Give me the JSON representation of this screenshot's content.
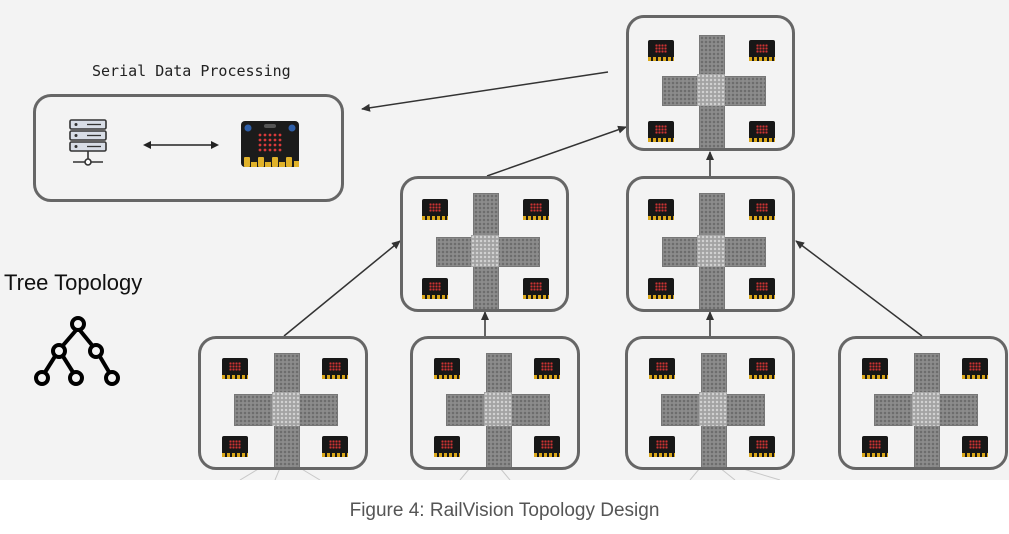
{
  "serial": {
    "title": "Serial Data Processing",
    "icons": [
      "server-icon",
      "bidirectional-arrow-icon",
      "microbit-icon"
    ]
  },
  "topology": {
    "title": "Tree Topology",
    "icon": "tree-topology-icon"
  },
  "caption": "Figure 4: RailVision Topology Design",
  "nodes": {
    "root": "crossroad-node",
    "level1": [
      "crossroad-node",
      "crossroad-node"
    ],
    "level2": [
      "crossroad-node",
      "crossroad-node",
      "crossroad-node",
      "crossroad-node"
    ]
  },
  "colors": {
    "border": "#666666",
    "background": "#f3f3f3",
    "microbit": "#171717",
    "microbit_leds": "#cc3333",
    "microbit_pins": "#d9a71a"
  }
}
